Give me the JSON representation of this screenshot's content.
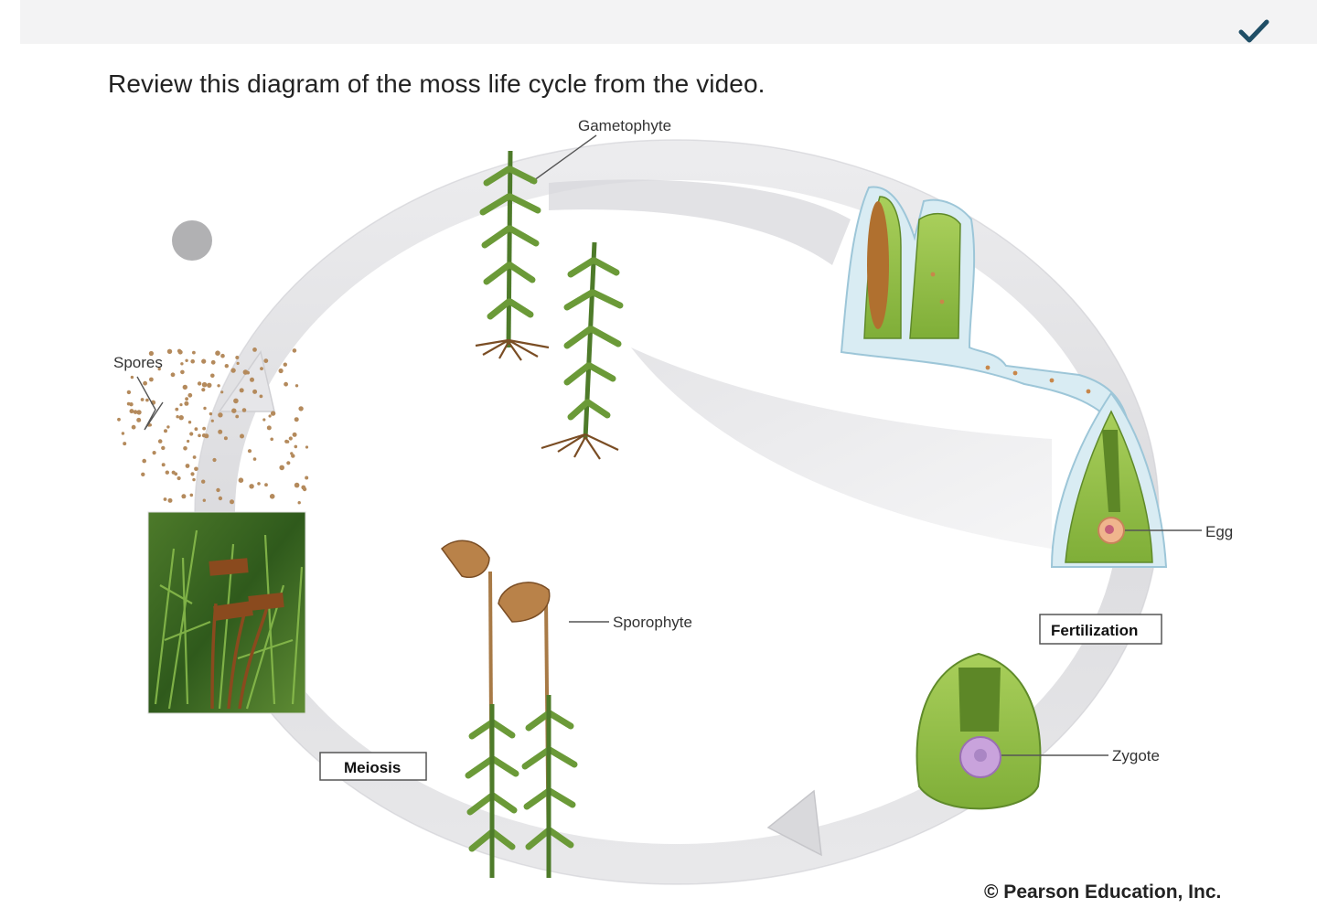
{
  "header": {
    "done_icon": "checkmark-icon",
    "accent": "#1f4e66"
  },
  "prompt": "Review this diagram of the moss life cycle from the video.",
  "diagram": {
    "labels": {
      "gametophyte": "Gametophyte",
      "spores": "Spores",
      "egg": "Egg",
      "fertilization": "Fertilization",
      "zygote": "Zygote",
      "sporophyte": "Sporophyte",
      "meiosis": "Meiosis"
    },
    "copyright": "© Pearson Education, Inc."
  }
}
